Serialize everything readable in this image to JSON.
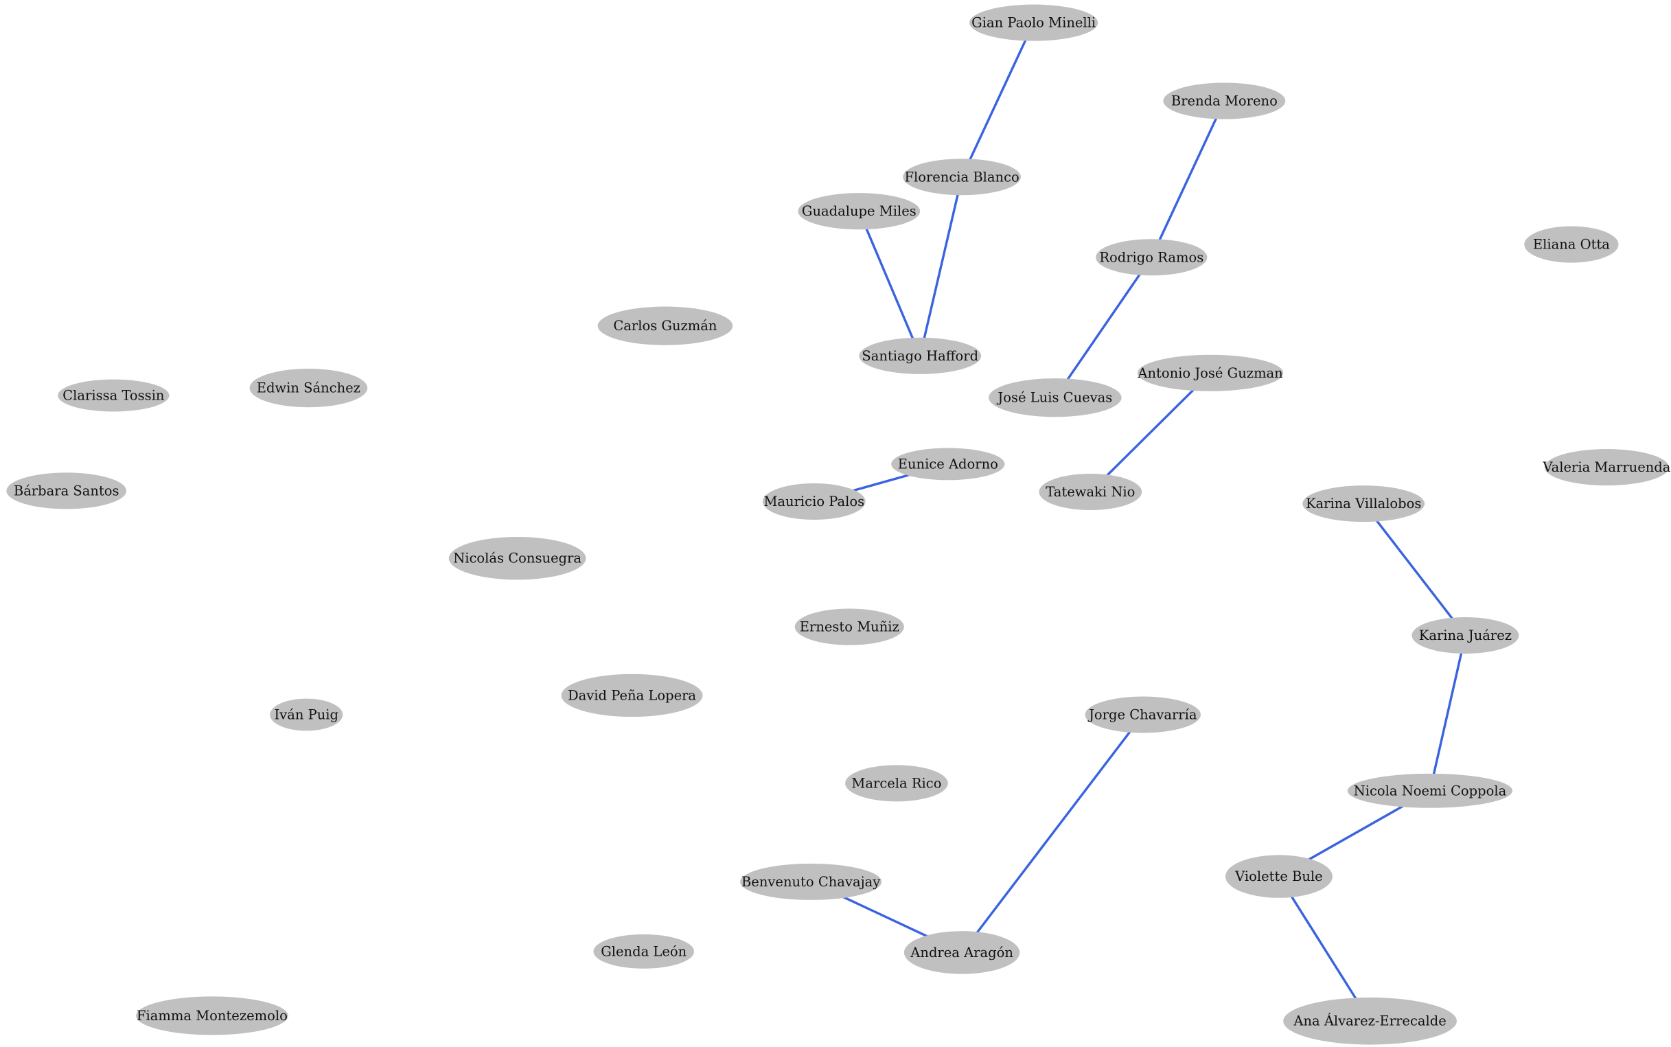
{
  "graph": {
    "edge_color": "#3a63e0",
    "node_color": "#c0c0c0",
    "nodes": [
      "Gian Paolo Minelli",
      "Florencia Blanco",
      "Guadalupe Miles",
      "Santiago Hafford",
      "Brenda Moreno",
      "Rodrigo Ramos",
      "José Luis Cuevas",
      "Antonio José Guzman",
      "Tatewaki Nio",
      "Eunice Adorno",
      "Mauricio Palos",
      "Carlos Guzmán",
      "Edwin Sánchez",
      "Clarissa Tossin",
      "Bárbara Santos",
      "Eliana Otta",
      "Valeria Marruenda",
      "Karina Villalobos",
      "Karina Juárez",
      "Nicola Noemi Coppola",
      "Violette Bule",
      "Ana Álvarez-Errecalde",
      "Nicolás Consuegra",
      "Ernesto Muñiz",
      "David Peña Lopera",
      "Iván Puig",
      "Jorge Chavarría",
      "Marcela Rico",
      "Benvenuto Chavajay",
      "Andrea Aragón",
      "Glenda León",
      "Fiamma Montezemolo"
    ],
    "edges": [
      [
        "Gian Paolo Minelli",
        "Florencia Blanco"
      ],
      [
        "Florencia Blanco",
        "Santiago Hafford"
      ],
      [
        "Guadalupe Miles",
        "Santiago Hafford"
      ],
      [
        "Brenda Moreno",
        "Rodrigo Ramos"
      ],
      [
        "Rodrigo Ramos",
        "José Luis Cuevas"
      ],
      [
        "Antonio José Guzman",
        "Tatewaki Nio"
      ],
      [
        "Eunice Adorno",
        "Mauricio Palos"
      ],
      [
        "Karina Villalobos",
        "Karina Juárez"
      ],
      [
        "Karina Juárez",
        "Nicola Noemi Coppola"
      ],
      [
        "Nicola Noemi Coppola",
        "Violette Bule"
      ],
      [
        "Violette Bule",
        "Ana Álvarez-Errecalde"
      ],
      [
        "Jorge Chavarría",
        "Andrea Aragón"
      ],
      [
        "Benvenuto Chavajay",
        "Andrea Aragón"
      ]
    ]
  }
}
